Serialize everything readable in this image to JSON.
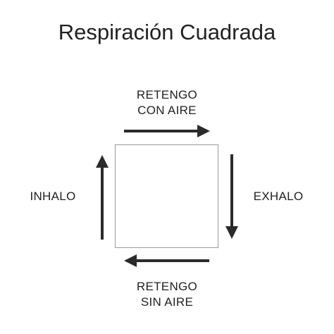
{
  "title": "Respiración Cuadrada",
  "steps": {
    "top": {
      "line1": "RETENGO",
      "line2": "CON AIRE"
    },
    "right": {
      "line1": "EXHALO"
    },
    "bottom": {
      "line1": "RETENGO",
      "line2": "SIN AIRE"
    },
    "left": {
      "line1": "INHALO"
    }
  },
  "colors": {
    "text": "#222222",
    "arrow": "#2b2b2b",
    "square_border": "#9a9a9a"
  }
}
